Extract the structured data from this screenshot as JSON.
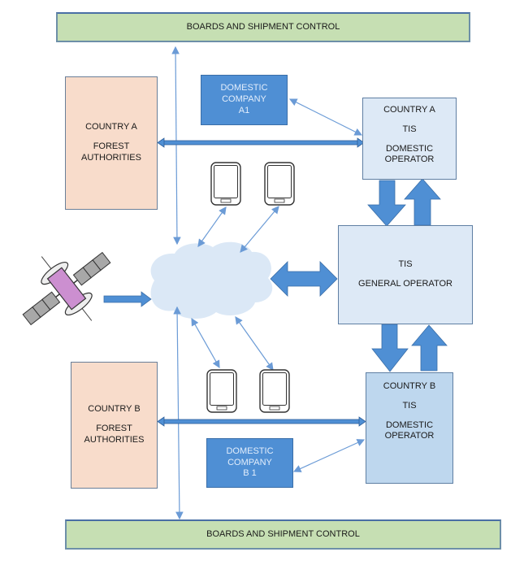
{
  "top_bar": {
    "label": "BOARDS AND SHIPMENT CONTROL"
  },
  "bottom_bar": {
    "label": "BOARDS AND SHIPMENT CONTROL"
  },
  "country_a_forest": {
    "line1": "COUNTRY A",
    "line2": "FOREST",
    "line3": "AUTHORITIES"
  },
  "country_b_forest": {
    "line1": "COUNTRY B",
    "line2": "FOREST",
    "line3": "AUTHORITIES"
  },
  "domestic_company_a1": {
    "line1": "DOMESTIC",
    "line2": "COMPANY",
    "line3": "A1"
  },
  "domestic_company_b1": {
    "line1": "DOMESTIC",
    "line2": "COMPANY",
    "line3": "B 1"
  },
  "country_a_tis": {
    "line1": "COUNTRY A",
    "line2": "TIS",
    "line3": "DOMESTIC",
    "line4": "OPERATOR"
  },
  "country_b_tis": {
    "line1": "COUNTRY B",
    "line2": "TIS",
    "line3": "DOMESTIC",
    "line4": "OPERATOR"
  },
  "general_operator": {
    "line1": "TIS",
    "line2": "GENERAL OPERATOR"
  },
  "colors": {
    "arrow_blue": "#4f8fd4",
    "thin_line": "#6b9bd6",
    "cloud": "#dbe8f6",
    "satellite_body": "#cc8fd0",
    "satellite_panel": "#a8a8a8"
  }
}
